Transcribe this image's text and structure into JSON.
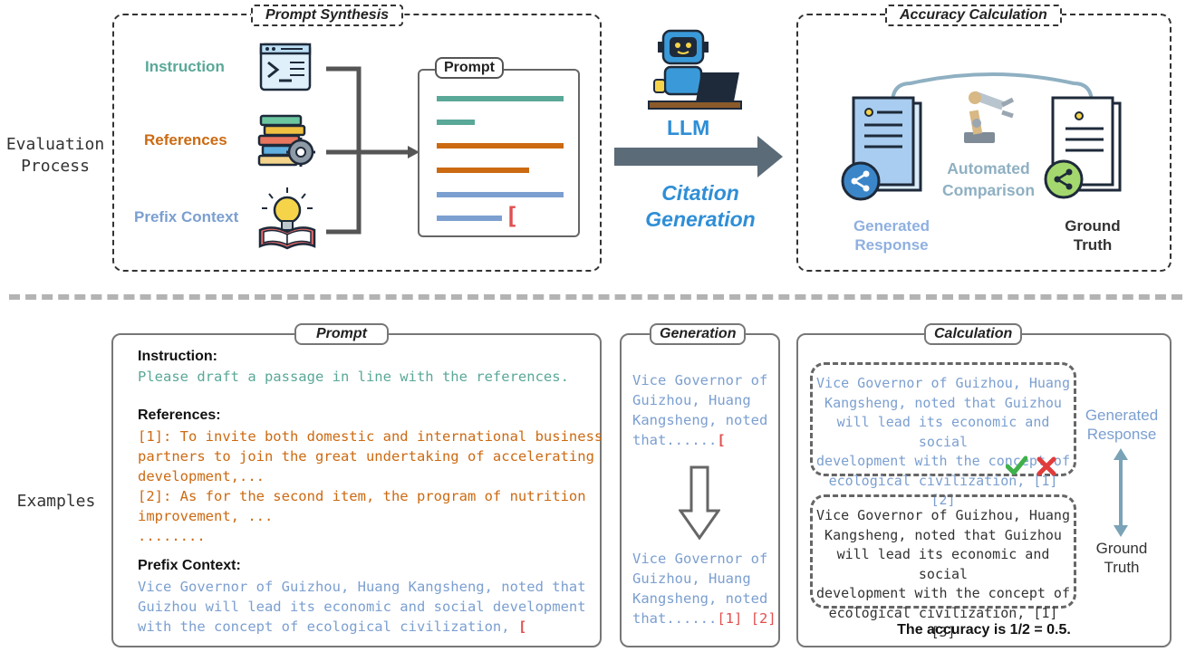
{
  "side_labels": {
    "evaluation": [
      "Evaluation",
      "Process"
    ],
    "examples": "Examples"
  },
  "top": {
    "prompt_synthesis_title": "Prompt Synthesis",
    "instruction_label": "Instruction",
    "references_label": "References",
    "prefix_label": "Prefix Context",
    "prompt_card_title": "Prompt",
    "prompt_card_bracket": "[",
    "llm_label": "LLM",
    "citation_generation": [
      "Citation",
      "Generation"
    ],
    "accuracy_title": "Accuracy Calculation",
    "automated_comparison": [
      "Automated",
      "Comparison"
    ],
    "generated_response": [
      "Generated",
      "Response"
    ],
    "ground_truth": [
      "Ground",
      "Truth"
    ]
  },
  "bottom": {
    "prompt_tab": "Prompt",
    "instruction_head": "Instruction",
    "instruction_colon": ":",
    "instruction_text": "Please draft a passage in line with the references.",
    "references_head": "References",
    "references_colon": ":",
    "references_lines": [
      "[1]: To invite both domestic and international business",
      "partners to join the great undertaking of accelerating",
      "development,...",
      "[2]: As for the second item, the program of nutrition",
      "improvement, ...",
      "........"
    ],
    "prefix_head": "Prefix Context",
    "prefix_colon": ":",
    "prefix_lines": [
      "Vice Governor of Guizhou, Huang Kangsheng, noted that",
      "Guizhou will lead its economic and social development",
      "with the concept of ecological civilization,"
    ],
    "prefix_bracket": "[",
    "generation_tab": "Generation",
    "gen_before_lines": [
      "Vice Governor of",
      "Guizhou, Huang",
      "Kangsheng, noted",
      "that......"
    ],
    "gen_before_bracket": "[",
    "gen_after_lines": [
      "Vice Governor of",
      "Guizhou, Huang",
      "Kangsheng, noted",
      "that......"
    ],
    "gen_after_cites": "[1] [2]",
    "calculation_tab": "Calculation",
    "calc_generated_lines": [
      "Vice Governor of Guizhou, Huang",
      "Kangsheng, noted that Guizhou",
      "will lead its economic and social",
      "development with the concept of",
      "ecological civilization,"
    ],
    "calc_generated_cites": "[1] [2]",
    "calc_truth_lines": [
      "Vice Governor of Guizhou, Huang",
      "Kangsheng, noted that Guizhou",
      "will lead its economic and social",
      "development with the concept of",
      "ecological civilization, [1] [3]"
    ],
    "calc_generated_label": [
      "Generated",
      "Response"
    ],
    "calc_truth_label": [
      "Ground",
      "Truth"
    ],
    "accuracy_result": "The accuracy is 1/2 = 0.5."
  },
  "colors": {
    "instruction": "#5aa898",
    "references": "#cc6a12",
    "prefix": "#7b9fd0",
    "citation": "#e05050",
    "arrow": "#5b6b78"
  }
}
